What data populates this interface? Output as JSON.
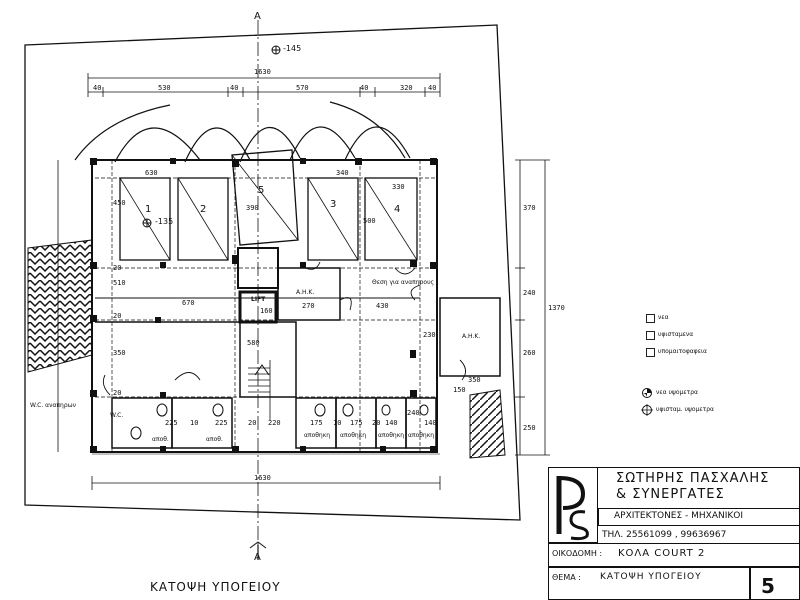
{
  "drawing": {
    "section_mark": "A",
    "plan_title": "ΚΑΤΟΨΗ ΥΠΟΓΕΙΟΥ",
    "levels": {
      "top": "-145",
      "parking": "-135"
    },
    "overall_dims": {
      "top": "1630",
      "bottom": "1630",
      "right": "1370"
    },
    "top_chain": [
      "40",
      "530",
      "40",
      "570",
      "40",
      "320",
      "40"
    ],
    "bay_dims": [
      "630",
      "340",
      "330"
    ],
    "bays": [
      "1",
      "2",
      "5",
      "3",
      "4"
    ],
    "left_dims": [
      "450",
      "20",
      "510",
      "20",
      "350",
      "20"
    ],
    "right_dims": [
      "370",
      "240",
      "260",
      "250"
    ],
    "corridor_dims": [
      "670",
      "160",
      "270",
      "430"
    ],
    "misc_dims": [
      "390",
      "500",
      "580",
      "230",
      "350",
      "150"
    ],
    "rooms": {
      "lift": "LIFT",
      "ahk1": "Α.Η.Κ.",
      "ahk2": "Α.Η.Κ.",
      "wc": "W.C.",
      "wc_note": "W.C. αναπηρων",
      "ramp": "Θεση για αναπηρους",
      "storage": [
        "αποθ.",
        "αποθ.",
        "αποθηκη",
        "αποθηκη",
        "αποθηκη",
        "αποθηκη"
      ],
      "storage_dims": [
        "225",
        "10",
        "225",
        "20",
        "220",
        "175",
        "10",
        "175",
        "20",
        "140",
        "240",
        "140"
      ]
    }
  },
  "legend": {
    "items": [
      "νεα",
      "υφισταμενα",
      "υπομαιτοφαφεια"
    ],
    "levels": [
      "νεα υψομετρα",
      "υφισταμ. υψομετρα"
    ]
  },
  "title_block": {
    "firm_line1": "ΣΩΤΗΡΗΣ ΠΑΣΧΑΛΗΣ",
    "firm_line2": "& ΣΥΝΕΡΓΑΤΕΣ",
    "profession": "ΑΡΧΙΤΕΚΤΟΝΕΣ - ΜΗΧΑΝΙΚΟΙ",
    "phone": "ΤΗΛ.  25561099 , 99636967",
    "building_label": "ΟΙΚΟΔΟΜΗ :",
    "building": "ΚΟΛΑ  COURT 2",
    "subject_label": "ΘΕΜΑ :",
    "subject": "ΚΑΤΟΨΗ  ΥΠΟΓΕΙΟΥ",
    "sheet_number": "5"
  }
}
